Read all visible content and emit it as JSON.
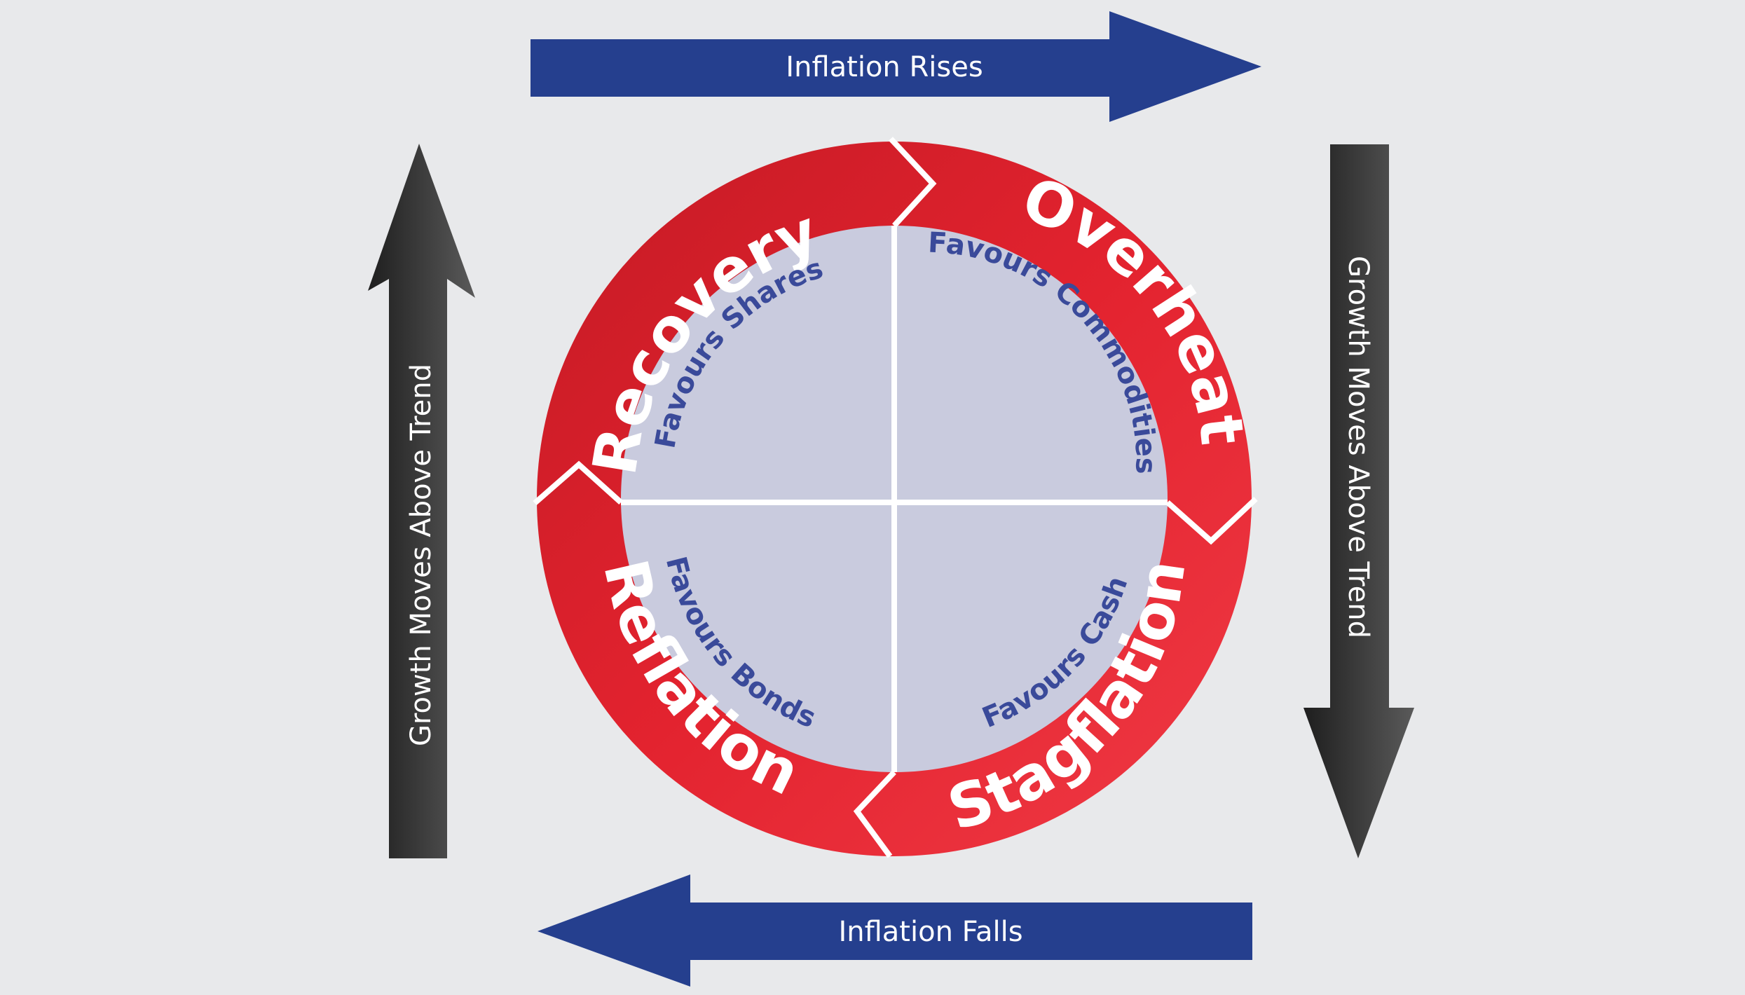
{
  "arrows": {
    "top_label": "Inflation Rises",
    "bottom_label": "Inflation Falls",
    "left_label": "Growth Moves Above Trend",
    "right_label": "Growth Moves Above Trend"
  },
  "phases": {
    "recovery": "Recovery",
    "overheat": "Overheat",
    "stagflation": "Stagflation",
    "reflation": "Reflation"
  },
  "assets": {
    "shares": "Favours Shares",
    "commodities": "Favours Commodities",
    "cash": "Favours Cash",
    "bonds": "Favours Bonds"
  },
  "colors": {
    "background": "#e8e9eb",
    "ring_red": "#e0222e",
    "inner_fill": "#c9cbde",
    "blue_arrow": "#253f8e",
    "dark_arrow": "#333333",
    "asset_text": "#3a4a9a"
  }
}
